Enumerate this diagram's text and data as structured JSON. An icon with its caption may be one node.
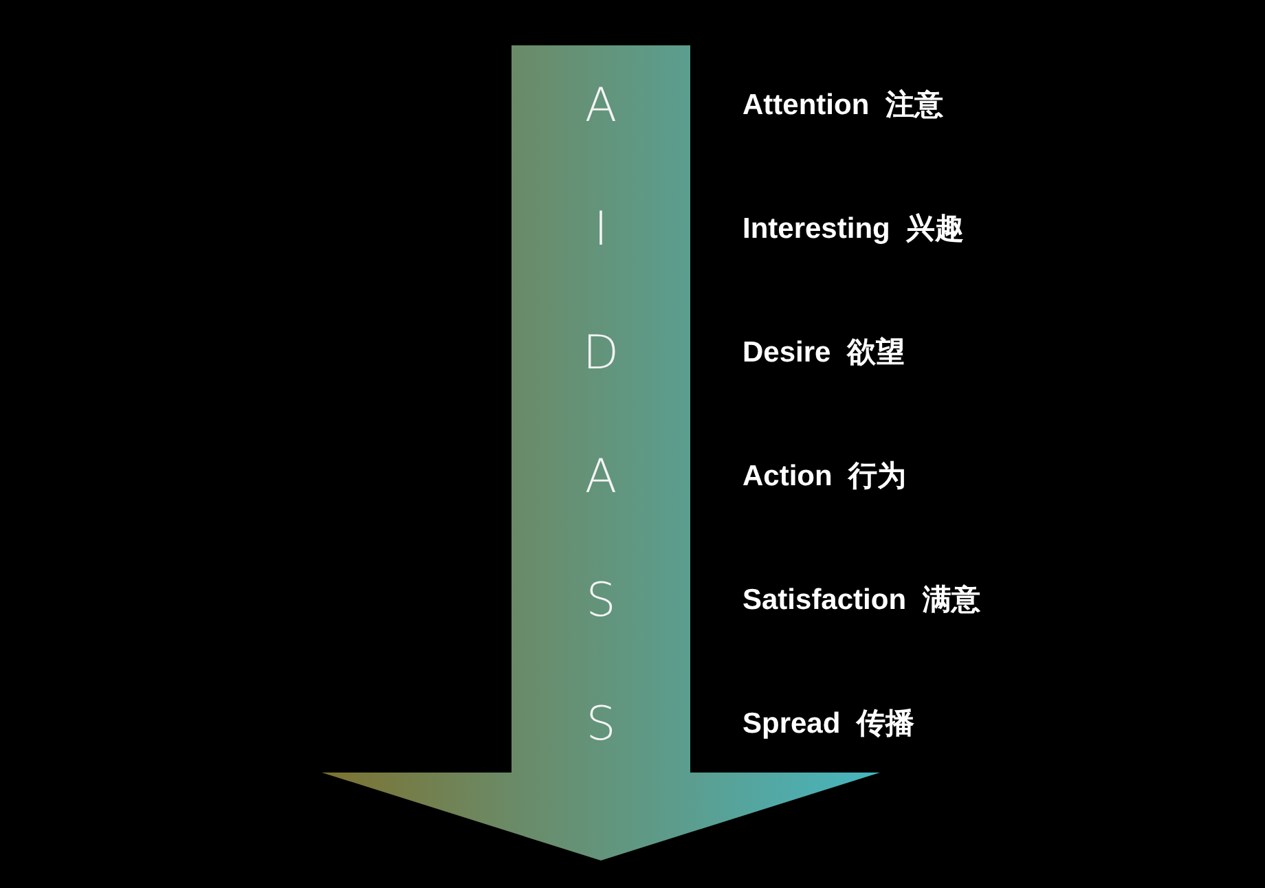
{
  "diagram": {
    "nodes": [
      {
        "text": [
          "A",
          "I",
          "D",
          "A",
          "S",
          "S"
        ],
        "beside": [
          "Attention 注意",
          "Interesting 兴趣",
          "Desire 欲望",
          "Action 行为",
          "Satisfaction 满意",
          "Spread 传播"
        ]
      }
    ]
  }
}
